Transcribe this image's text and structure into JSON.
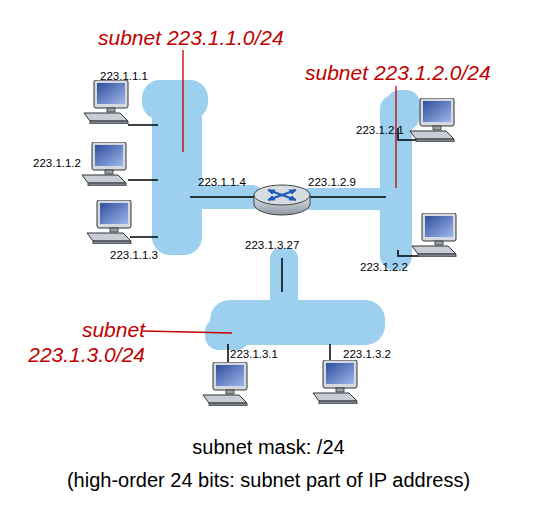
{
  "diagram": {
    "caption": "subnet mask: /24",
    "labels": [
      "subnet 223.1.1.0/24",
      "subnet 223.1.2.0/24",
      "subnet 223.1.3.0/24",
      "223.1.1.1",
      "223.1.1.2",
      "223.1.1.3",
      "223.1.1.4",
      "223.1.2.9",
      "223.1.2.1",
      "223.1.2.2",
      "223.1.3.27",
      "223.1.3.1",
      "223.1.3.2",
      "(high-order 24 bits: subnet part of IP address)"
    ]
  }
}
